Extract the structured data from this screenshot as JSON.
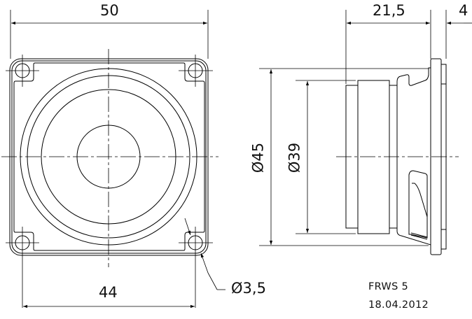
{
  "drawing": {
    "model": "FRWS 5",
    "date": "18.04.2012",
    "line_color": "#000000",
    "background": "#ffffff"
  },
  "front_view": {
    "dimensions": {
      "overall_width": "50",
      "hole_spacing": "44",
      "hole_diameter": "Ø3,5"
    }
  },
  "side_view": {
    "dimensions": {
      "depth": "21,5",
      "flange_thickness": "4",
      "outer_diameter": "Ø45",
      "magnet_diameter": "Ø39"
    }
  }
}
